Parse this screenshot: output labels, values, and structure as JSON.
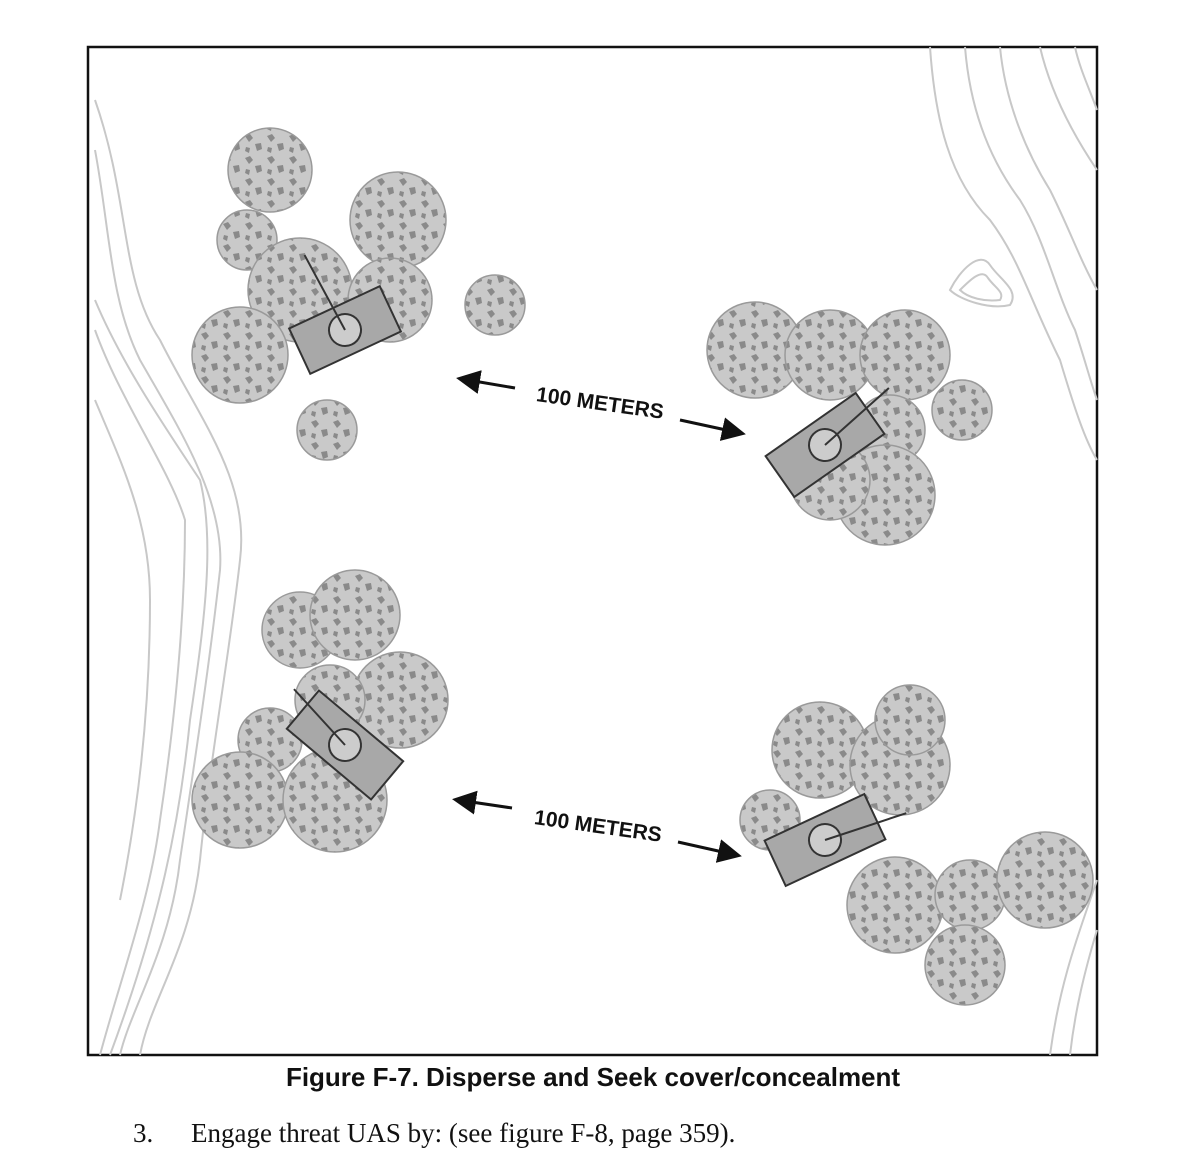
{
  "figure": {
    "distance_labels": [
      "100 METERS",
      "100 METERS"
    ],
    "caption": "Figure F-7. Disperse and Seek cover/concealment"
  },
  "paragraph": {
    "number": "3.",
    "text": "Engage threat UAS by: (see figure F-8, page 359)."
  }
}
